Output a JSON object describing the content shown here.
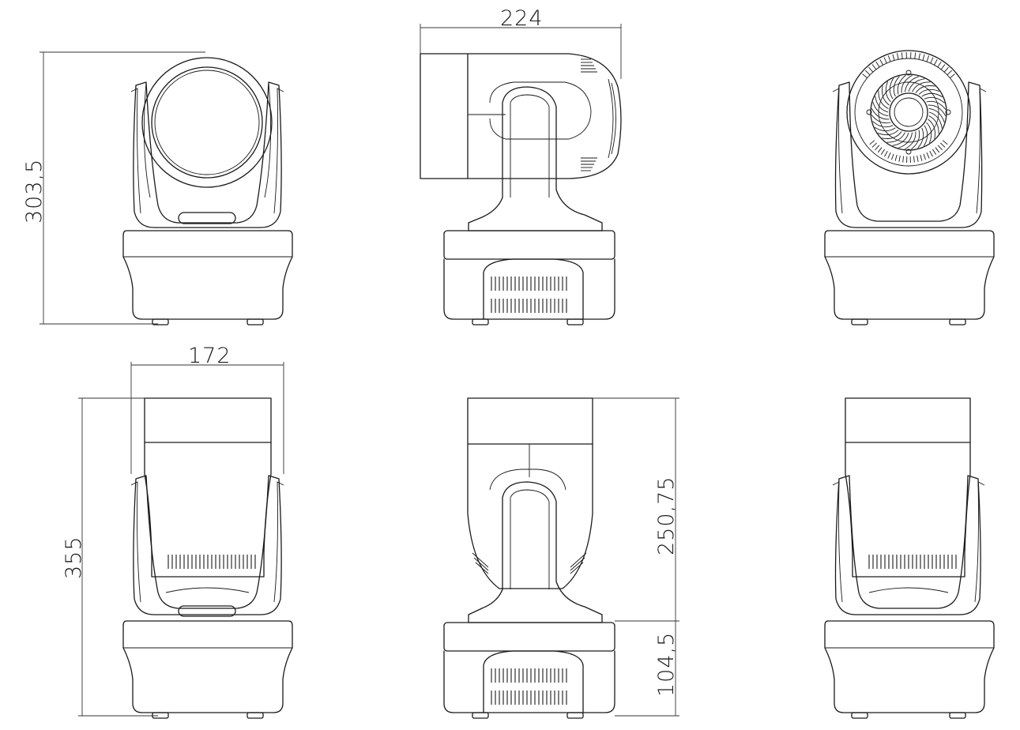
{
  "dimensions": {
    "front_height": "303,5",
    "side_depth": "224",
    "width": "172",
    "total_height": "355",
    "upper_height": "250,75",
    "base_height": "104,5"
  }
}
